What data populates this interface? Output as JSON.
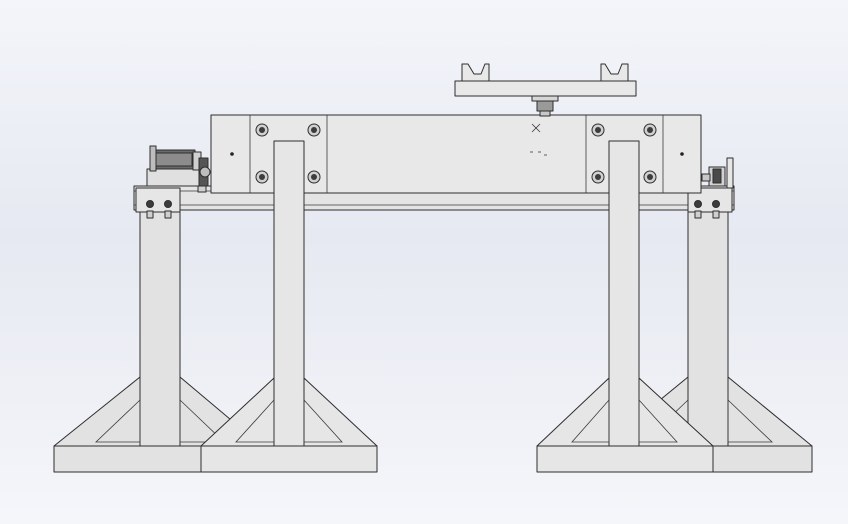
{
  "colors": {
    "part_fill": "#e2e2e2",
    "part_fill_light": "#ececec",
    "edge": "#2e2e2e",
    "bolt_dark": "#3c3c3c",
    "motor_dark": "#555555"
  },
  "drawing": {
    "view": "front",
    "components": [
      "left-outer-stand",
      "left-inner-stand",
      "right-inner-stand",
      "right-outer-stand",
      "cross-beam",
      "housing-block",
      "top-carrier-plate",
      "drive-motor",
      "limit-sensor",
      "mounting-bolt"
    ]
  }
}
